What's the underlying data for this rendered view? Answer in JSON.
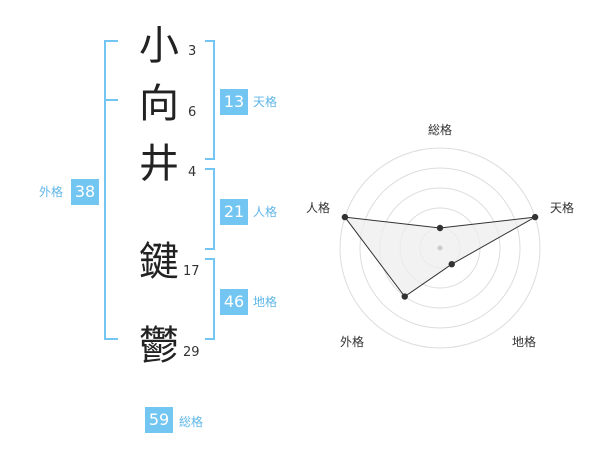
{
  "colors": {
    "accent": "#74c6f2",
    "label": "#5fb6e8",
    "radar_fill": "#eeeeee",
    "radar_line": "#333333",
    "grid": "#dddddd"
  },
  "name": {
    "chars": [
      "小",
      "向",
      "井",
      "鍵",
      "鬱"
    ],
    "strokes": [
      "3",
      "6",
      "4",
      "17",
      "29"
    ]
  },
  "grades": {
    "tenkaku": {
      "value": "13",
      "label": "天格"
    },
    "jinkaku": {
      "value": "21",
      "label": "人格"
    },
    "chikaku": {
      "value": "46",
      "label": "地格"
    },
    "gaikaku": {
      "value": "38",
      "label": "外格"
    },
    "soukaku": {
      "value": "59",
      "label": "総格"
    }
  },
  "chart_data": {
    "type": "radar",
    "axes": [
      "総格",
      "天格",
      "地格",
      "外格",
      "人格"
    ],
    "values": [
      1,
      5,
      1,
      3,
      5
    ],
    "max": 5,
    "levels": 5
  }
}
